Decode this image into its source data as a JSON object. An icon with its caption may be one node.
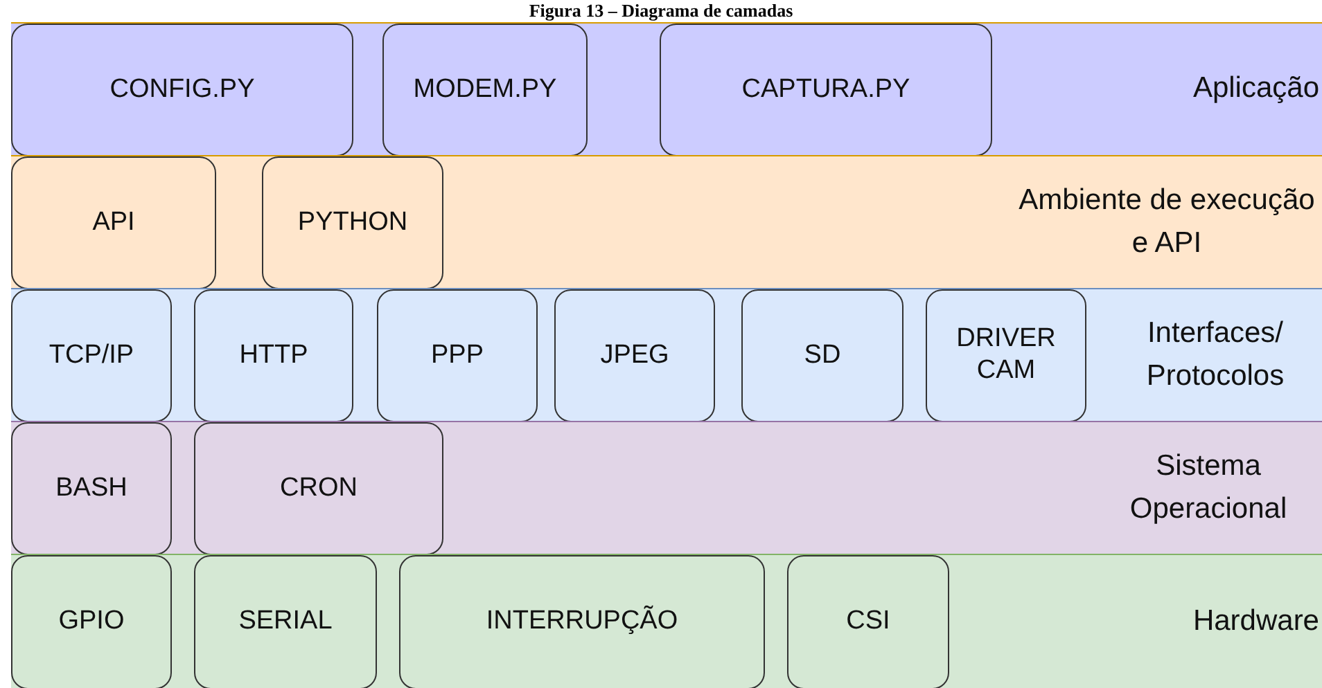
{
  "diagram": {
    "title": "Figura 13 – Diagrama de camadas",
    "nodes": [
      {
        "text": [
          "Aplicação"
        ]
      },
      {
        "text": [
          "CONFIG.PY"
        ],
        "in": 0
      },
      {
        "text": [
          "MODEM.PY"
        ],
        "in": 0
      },
      {
        "text": [
          "CAPTURA.PY"
        ],
        "in": 0
      },
      {
        "text": [
          "Ambiente de execução e API"
        ]
      },
      {
        "text": [
          "API"
        ],
        "in": 4
      },
      {
        "text": [
          "PYTHON"
        ],
        "in": 4
      },
      {
        "text": [
          "Interfaces/ Protocolos"
        ]
      },
      {
        "text": [
          "TCP/IP"
        ],
        "in": 7
      },
      {
        "text": [
          "HTTP"
        ],
        "in": 7
      },
      {
        "text": [
          "PPP"
        ],
        "in": 7
      },
      {
        "text": [
          "JPEG"
        ],
        "in": 7
      },
      {
        "text": [
          "SD"
        ],
        "in": 7
      },
      {
        "text": [
          "DRIVER CAM"
        ],
        "in": 7
      },
      {
        "text": [
          "Sistema Operacional"
        ]
      },
      {
        "text": [
          "BASH"
        ],
        "in": 14
      },
      {
        "text": [
          "CRON"
        ],
        "in": 14
      },
      {
        "text": [
          "Hardware"
        ]
      },
      {
        "text": [
          "GPIO"
        ],
        "in": 17
      },
      {
        "text": [
          "SERIAL"
        ],
        "in": 17
      },
      {
        "text": [
          "INTERRUPÇÃO"
        ],
        "in": 17
      },
      {
        "text": [
          "CSI"
        ],
        "in": 17
      }
    ]
  }
}
